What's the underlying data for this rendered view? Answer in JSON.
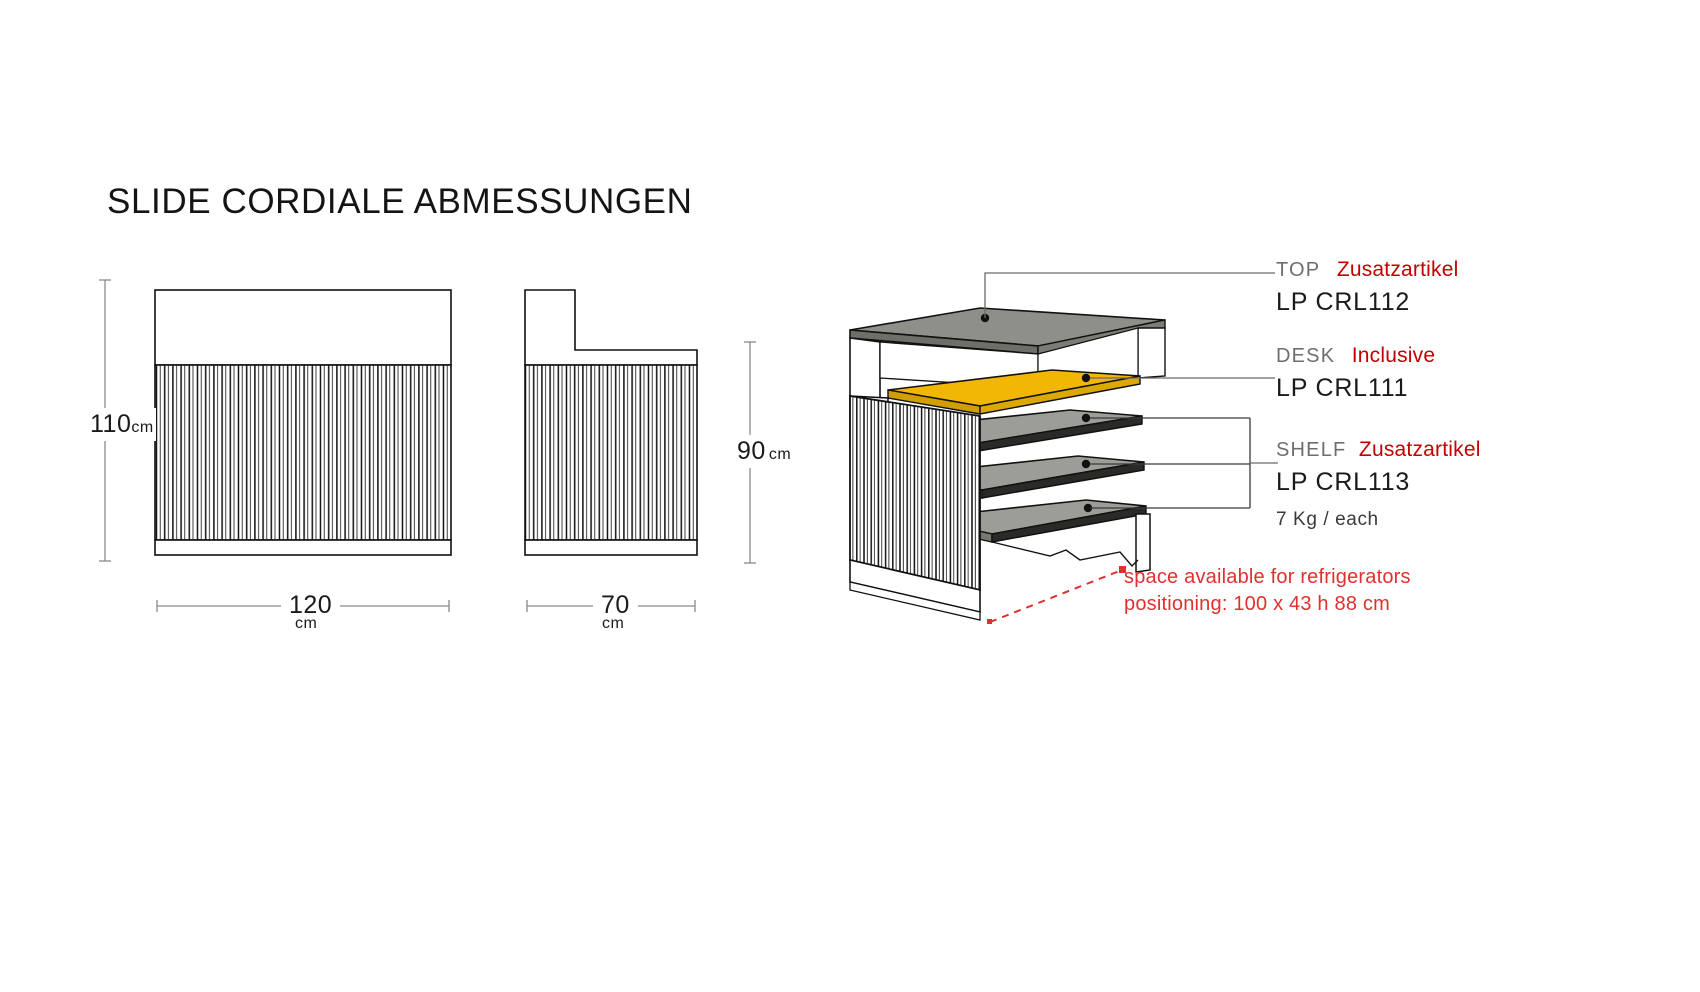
{
  "document": {
    "title": "SLIDE CORDIALE ABMESSUNGEN"
  },
  "front_elevation": {
    "name": "front-elevation",
    "height_label": "110",
    "height_unit": "cm",
    "width_label": "120",
    "width_unit": "cm"
  },
  "side_elevation": {
    "name": "side-elevation",
    "height_label": "90",
    "height_unit": "cm",
    "depth_label": "70",
    "depth_unit": "cm"
  },
  "perspective": {
    "name": "isometric-view",
    "desk_color": "#F2B705",
    "shelf_color": "#9d9d98",
    "top_color": "#8f8f8a"
  },
  "annotations": [
    {
      "key": "TOP",
      "value": "Zusatzartikel",
      "code": "LP CRL112",
      "sub": ""
    },
    {
      "key": "DESK",
      "value": "Inclusive",
      "code": "LP CRL111",
      "sub": ""
    },
    {
      "key": "SHELF",
      "value": "Zusatzartikel",
      "code": "LP CRL113",
      "sub": "7 Kg / each"
    }
  ],
  "note": {
    "line1": "space available for refrigerators",
    "line2": "positioning: 100 x 43 h 88 cm",
    "color": "#e03030"
  },
  "colors": {
    "accent_red": "#c20000",
    "note_red": "#e03030",
    "yellow": "#F2B705",
    "gray_shelf": "#9d9d98",
    "line": "#1a1a1a"
  }
}
